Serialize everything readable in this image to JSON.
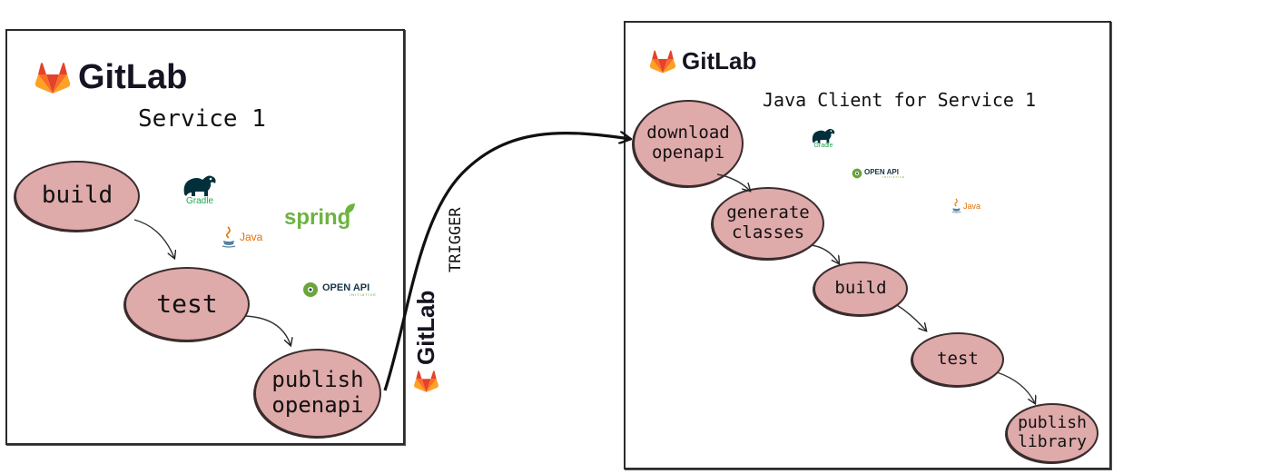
{
  "left_pipeline": {
    "brand": "GitLab",
    "title": "Service 1",
    "stages": [
      "build",
      "test",
      "publish openapi"
    ]
  },
  "right_pipeline": {
    "brand": "GitLab",
    "title": "Java Client for Service 1",
    "stages": [
      "download openapi",
      "generate classes",
      "build",
      "test",
      "publish library"
    ]
  },
  "trigger": {
    "brand": "GitLab",
    "label": "TRIGGER"
  },
  "logos": {
    "gradle": "Gradle",
    "java": "Java",
    "spring": "spring",
    "openapi": "OPEN API",
    "openapi_sub": "INITIATIVE"
  },
  "colors": {
    "node_fill": "#dfaaaa",
    "gitlab_orange": "#fc6d26",
    "gitlab_red": "#e24329",
    "gitlab_yellow": "#fca326",
    "gradle": "#02303a",
    "spring": "#6db33f",
    "java_red": "#e76f00",
    "java_blue": "#5382a1",
    "openapi_green": "#6ba539"
  }
}
